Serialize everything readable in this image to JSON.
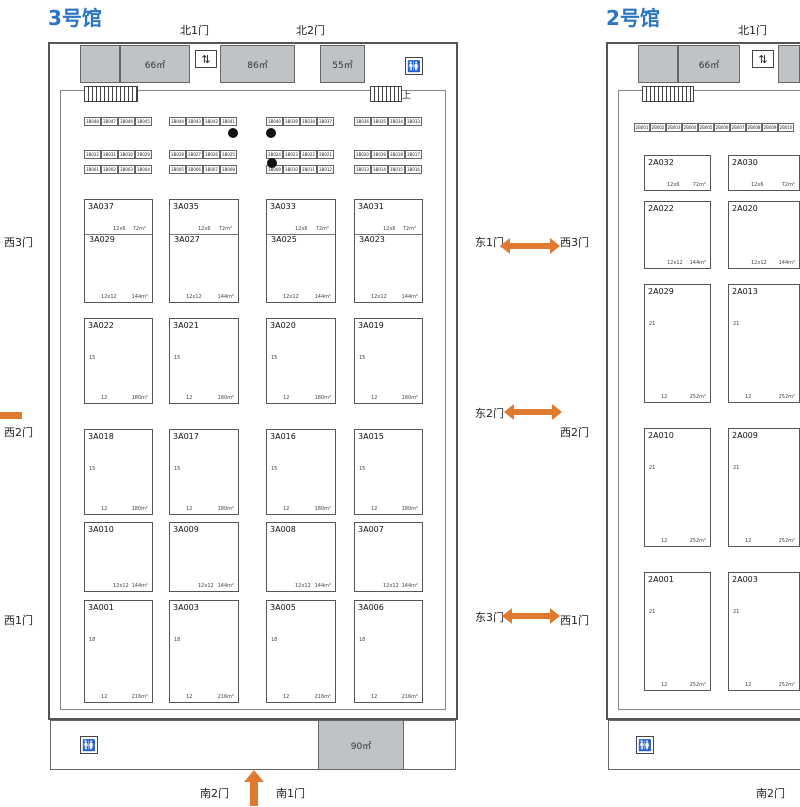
{
  "hall3": {
    "title": "3号馆",
    "north_doors": [
      "北1门",
      "北2门"
    ],
    "west_doors": [
      "西3门",
      "西2门",
      "西1门"
    ],
    "south_doors": [
      "南2门",
      "南1门"
    ],
    "east_doors": [
      "东1门",
      "东2门",
      "东3门"
    ],
    "rooms": [
      "66㎡",
      "86㎡",
      "55㎡",
      "90㎡"
    ],
    "stair_label": "上",
    "small_row1": [
      "3B048",
      "3B047",
      "3B046",
      "3B045",
      "3B044",
      "3B043",
      "3B042",
      "3B041",
      "3B040",
      "3B039",
      "3B038",
      "3B037",
      "3B036",
      "3B035",
      "3B034",
      "3B033"
    ],
    "small_row2a": [
      "3B032",
      "3B031",
      "3B030",
      "3B029",
      "3B028",
      "3B027",
      "3B026",
      "3B025",
      "3B024",
      "3B023",
      "3B022",
      "3B021",
      "3B020",
      "3B019",
      "3B018",
      "3B017"
    ],
    "small_row2b": [
      "3B001",
      "3B002",
      "3B003",
      "3B004",
      "3B005",
      "3B006",
      "3B007",
      "3B008",
      "3B009",
      "3B010",
      "3B011",
      "3B012",
      "3B013",
      "3B014",
      "3B015",
      "3B016"
    ],
    "booths_split": [
      {
        "top": "3A037",
        "bottom": "3A029"
      },
      {
        "top": "3A035",
        "bottom": "3A027"
      },
      {
        "top": "3A033",
        "bottom": "3A025"
      },
      {
        "top": "3A031",
        "bottom": "3A023"
      }
    ],
    "split_dim_top": "12x6",
    "split_area_top": "72m²",
    "split_dim_bottom": "12x12",
    "split_area_bottom": "144m²",
    "row_b": [
      "3A022",
      "3A021",
      "3A020",
      "3A019"
    ],
    "row_c": [
      "3A018",
      "3A017",
      "3A016",
      "3A015"
    ],
    "large_side": "15",
    "large_bottom": "12",
    "large_area": "180m²",
    "row_d": [
      "3A010",
      "3A009",
      "3A008",
      "3A007"
    ],
    "row_d_dim": "12x12",
    "row_d_area": "144m²",
    "row_e": [
      "3A001",
      "3A003",
      "3A005",
      "3A006"
    ],
    "row_e_side": "18",
    "row_e_area": "216m²"
  },
  "hall2": {
    "title": "2号馆",
    "north_doors": [
      "北1门"
    ],
    "west_doors": [
      "西3门",
      "西2门",
      "西1门"
    ],
    "south_doors": [
      "南2门"
    ],
    "rooms": [
      "66㎡"
    ],
    "small_row": [
      "2B001",
      "2B002",
      "2B003",
      "2B004",
      "2B005",
      "2B006",
      "2B007",
      "2B008",
      "2B009",
      "2B010"
    ],
    "row_a": [
      "2A032",
      "2A030"
    ],
    "row_a_dim": "12x6",
    "row_a_area": "72m²",
    "row_b": [
      "2A022",
      "2A020"
    ],
    "row_b_dim": "12x12",
    "row_b_area": "144m²",
    "row_c": [
      "2A029",
      "2A013"
    ],
    "row_d": [
      "2A010",
      "2A009"
    ],
    "row_e": [
      "2A001",
      "2A003"
    ],
    "large_side": "21",
    "large_bottom": "12",
    "large_area": "252m²"
  },
  "colors": {
    "title": "#2a74c4",
    "arrow": "#e07a2e",
    "room_fill": "#bfc3c5",
    "wall": "#555555"
  }
}
